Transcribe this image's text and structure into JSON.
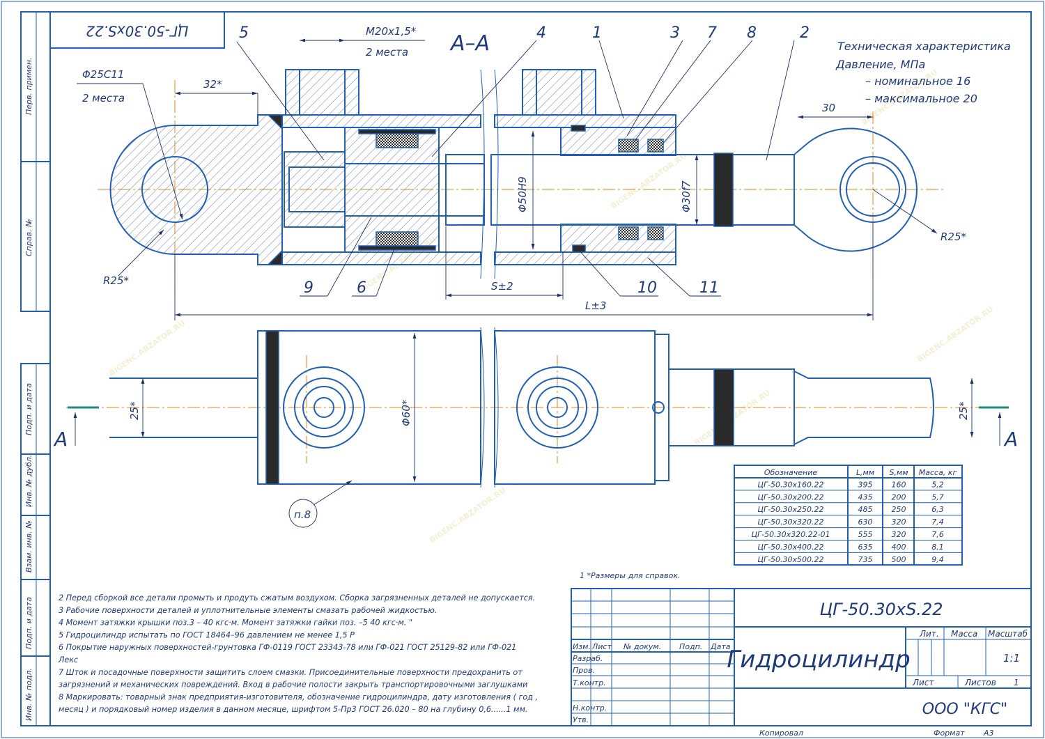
{
  "stamp_code_rotated": "ЦГ-50.30хS.22",
  "section_label": "А–А",
  "section_marker": "А",
  "side_stamp": {
    "labels": [
      "Перв. примен.",
      "Справ. №",
      "Подп. и дата",
      "Инв. № дубл.",
      "Взам. инв. №",
      "Подп. и дата",
      "Инв. № подл."
    ]
  },
  "callouts": [
    "5",
    "4",
    "1",
    "3",
    "7",
    "8",
    "2",
    "9",
    "6",
    "10",
    "11"
  ],
  "callout_p8": "п.8",
  "dimensions": {
    "thread": "М20х1,5*",
    "thread_count": "2 места",
    "bore_pin": "Φ25С11",
    "bore_pin_count": "2 места",
    "len_32": "32*",
    "len_30": "30",
    "radius_left": "R25*",
    "radius_right": "R25*",
    "bore_50": "Φ50Н9",
    "rod_30": "Φ30f7",
    "stroke": "S±2",
    "length": "L±3",
    "width_25_left": "25*",
    "width_25_right": "25*",
    "outer_60": "Φ60*"
  },
  "tech_spec": {
    "title": "Техническая характеристика",
    "pressure": "Давление, МПа",
    "nominal": "– номинальное  16",
    "max": "– максимальное 20"
  },
  "spec_table": {
    "headers": [
      "Обозначение",
      "L,мм",
      "S,мм",
      "Масса, кг"
    ],
    "rows": [
      [
        "ЦГ-50.30х160.22",
        "395",
        "160",
        "5,2"
      ],
      [
        "ЦГ-50.30х200.22",
        "435",
        "200",
        "5,7"
      ],
      [
        "ЦГ-50.30х250.22",
        "485",
        "250",
        "6,3"
      ],
      [
        "ЦГ-50.30х320.22",
        "630",
        "320",
        "7,4"
      ],
      [
        "ЦГ-50.30х320.22-01",
        "555",
        "320",
        "7,6"
      ],
      [
        "ЦГ-50.30х400.22",
        "635",
        "400",
        "8,1"
      ],
      [
        "ЦГ-50.30х500.22",
        "735",
        "500",
        "9,4"
      ]
    ]
  },
  "notes": {
    "note1": "1  *Размеры для справок.",
    "lines": [
      "2  Перед сборкой все детали промыть и продуть сжатым воздухом. Сборка загрязненных деталей не допускается.",
      "3  Рабочие поверхности деталей и уплотнительные элементы смазать рабочей жидкостью.",
      "4  Момент затяжки  крышки поз.3 – 40 кгс·м. Момент затяжки гайки поз. –5 40 кгс·м. \"",
      "5  Гидроцилиндр испытать по ГОСТ 18464–96 давлением не менее  1,5 Р",
      "6  Покрытие наружных поверхностей-грунтовка ГФ-0119 ГОСТ 23343-78 или ГФ-021 ГОСТ 25129-82 или ГФ-021",
      "Лекс",
      "7  Шток и посадочные поверхности защитить слоем смазки. Присоединительные поверхности предохранить от",
      "загрязнений и механических повреждений. Вход в рабочие полости закрыть транспортировочными заглушками",
      "8  Маркировать:  товарный знак предприятия-изготовителя, обозначение гидроцилиндра, дату изготовления ( год ,",
      "месяц ) и порядковый номер изделия в данном месяце, шрифтом 5-Пр3 ГОСТ 26.020 – 80 на глубину 0,6......1 мм."
    ]
  },
  "title_block": {
    "code": "ЦГ-50.30хS.22",
    "name": "Гидроцилиндр",
    "company": "ООО \"КГС\"",
    "col_izm": "Изм.",
    "col_list": "Лист",
    "col_doc": "№ докум.",
    "col_sign": "Подп.",
    "col_date": "Дата",
    "row_razrab": "Разраб.",
    "row_prov": "Пров.",
    "row_tkontr": "Т.контр.",
    "row_nkontr": "Н.контр.",
    "row_utv": "Утв.",
    "lit": "Лит.",
    "mass": "Масса",
    "scale_label": "Масштаб",
    "scale": "1:1",
    "sheet": "Лист",
    "sheets": "Листов",
    "sheets_count": "1",
    "copied": "Копировал",
    "format_label": "Формат",
    "format": "А3"
  },
  "watermark": "BIGENC.ABZATOR.RU"
}
